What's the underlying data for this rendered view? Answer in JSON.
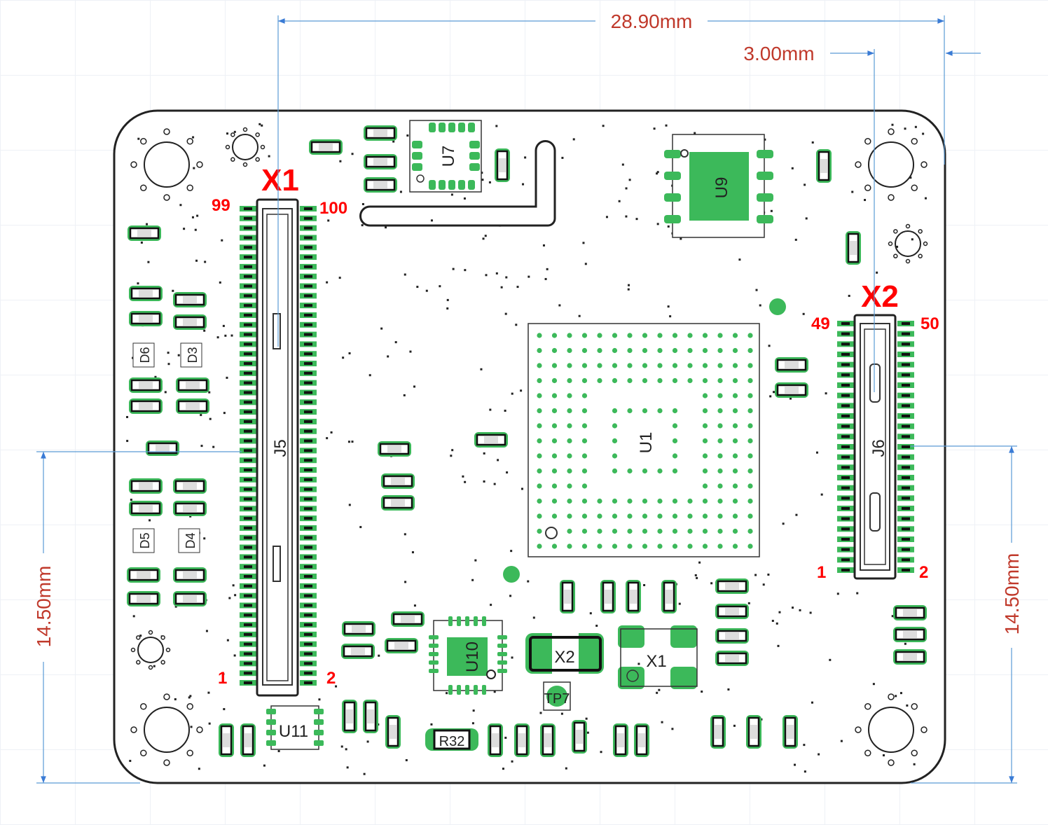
{
  "dimensions": {
    "width_top": "28.90mm",
    "offset_top": "3.00mm",
    "height_left": "14.50mm",
    "height_right": "14.50mm"
  },
  "connectors": {
    "x1": {
      "name": "X1",
      "pin_top_left": "99",
      "pin_top_right": "100",
      "pin_bottom_left": "1",
      "pin_bottom_right": "2",
      "footprint": "J5"
    },
    "x2": {
      "name": "X2",
      "pin_top_left": "49",
      "pin_top_right": "50",
      "pin_bottom_left": "1",
      "pin_bottom_right": "2",
      "footprint": "J6"
    }
  },
  "components": {
    "u1": "U1",
    "u7": "U7",
    "u9": "U9",
    "u10": "U10",
    "u11": "U11",
    "x1": "X1",
    "x2": "X2",
    "tp7": "TP7",
    "r32": "R32",
    "d6": "D6",
    "d3": "D3",
    "d5": "D5",
    "d4": "D4"
  },
  "colors": {
    "copper_pad": "#3cb95a",
    "dimension_line": "#5b9bd5",
    "dimension_text": "#c0392b",
    "pin_label": "#ff0000",
    "outline": "#222222"
  }
}
